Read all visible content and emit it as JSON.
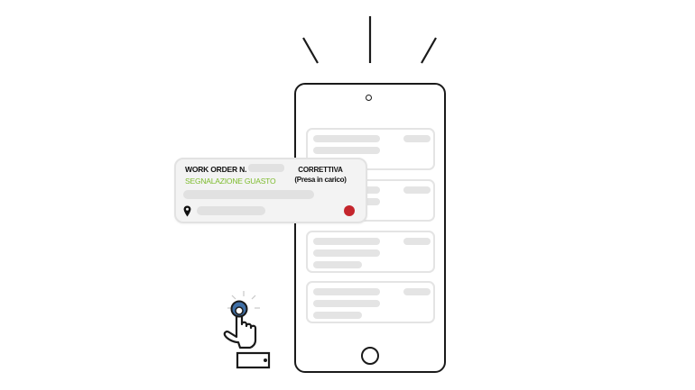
{
  "notification": {
    "work_order_label": "WORK ORDER N.",
    "type_label": "CORRETTIVA",
    "status_label": "(Presa in carico)",
    "category_label": "SEGNALAZIONE GUASTO"
  },
  "colors": {
    "outline": "#1a1a1a",
    "placeholder": "#e4e4e4",
    "category_green": "#7dbb2d",
    "status_red": "#c4252c",
    "fingertip_blue": "#3f6fa6"
  },
  "icons": [
    "location-pin-icon",
    "pointing-hand-icon",
    "attention-rays-icon",
    "status-dot-icon"
  ]
}
